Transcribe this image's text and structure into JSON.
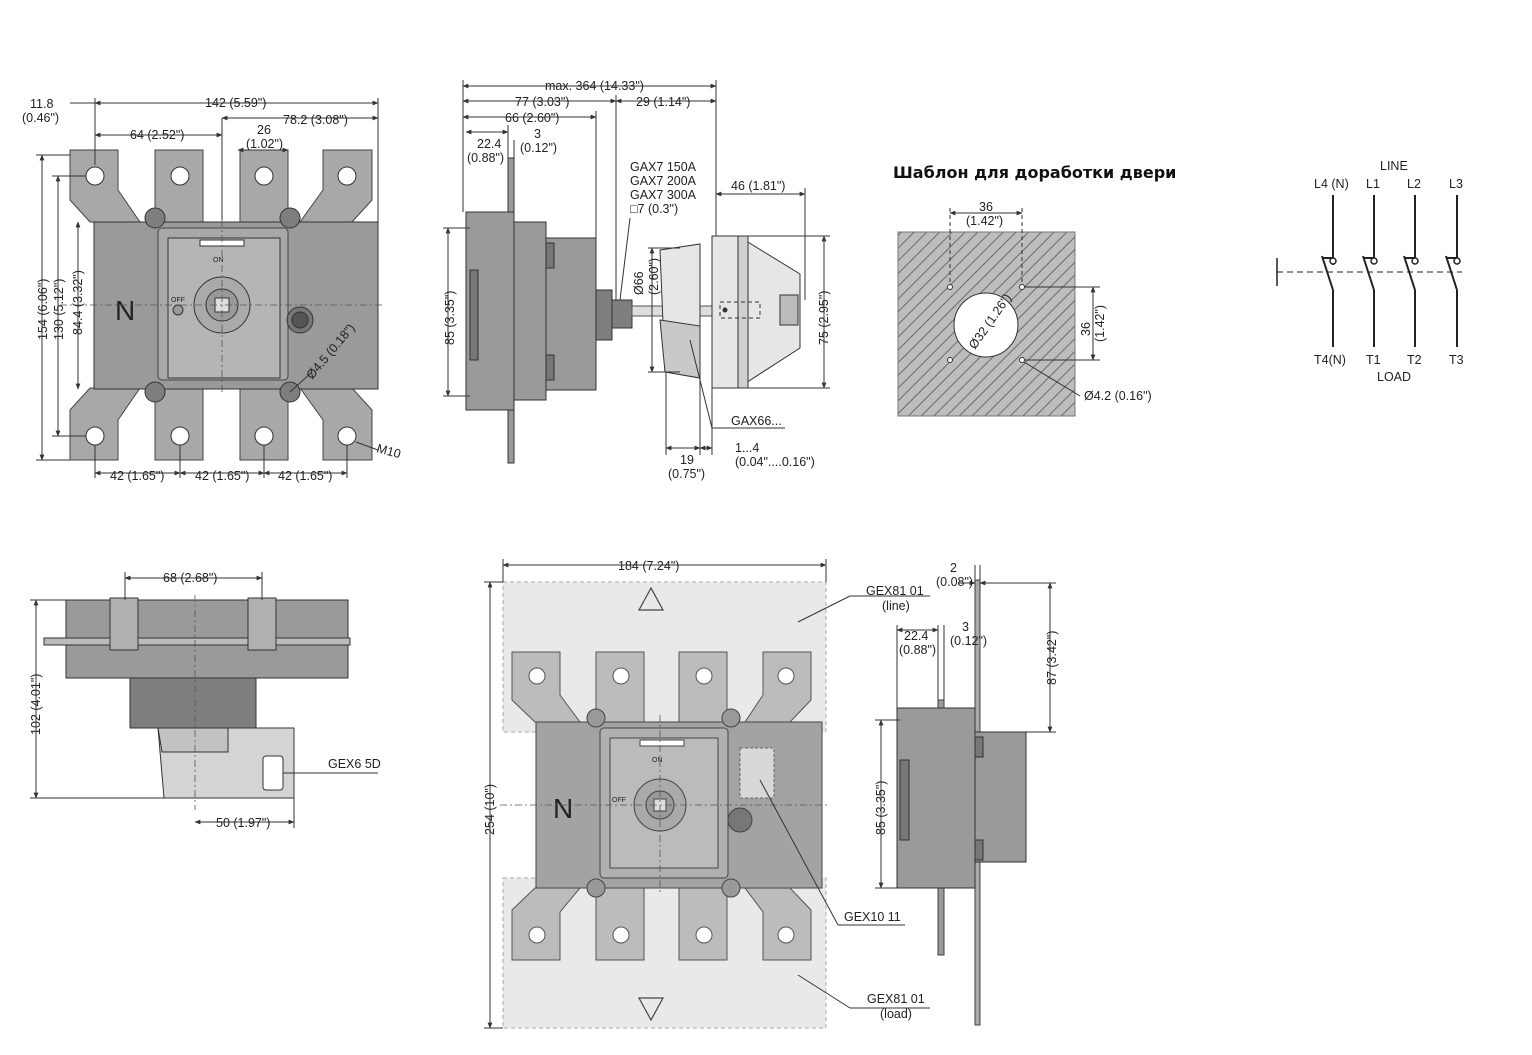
{
  "front_view": {
    "dims": {
      "d_11_8": "11.8",
      "d_11_8_in": "(0.46\")",
      "d_142": "142 (5.59\")",
      "d_78_2": "78.2 (3.08\")",
      "d_64": "64 (2.52\")",
      "d_26": "26",
      "d_26_in": "(1.02\")",
      "d_154": "154 (6.06\")",
      "d_130": "130 (5.12\")",
      "d_84_4": "84.4 (3.32\")",
      "d_hole": "Ø4.5 (0.18\")",
      "d_42_a": "42 (1.65\")",
      "d_42_b": "42 (1.65\")",
      "d_42_c": "42 (1.65\")",
      "d_m10": "M10"
    },
    "pole_label": "N",
    "on_label": "ON",
    "off_label": "OFF"
  },
  "side_view": {
    "dims": {
      "d_max364": "max. 364 (14.33\")",
      "d_77": "77 (3.03\")",
      "d_29": "29 (1.14\")",
      "d_66": "66 (2.60\")",
      "d_22_4": "22.4",
      "d_22_4_in": "(0.88\")",
      "d_3": "3",
      "d_3_in": "(0.12\")",
      "d_46": "46 (1.81\")",
      "d_85": "85 (3.35\")",
      "d_diam66": "Ø66",
      "d_diam66_in": "(2.60\")",
      "d_75": "75 (2.95\")",
      "d_19": "19",
      "d_19_in": "(0.75\")",
      "d_1_4": "1...4",
      "d_1_4_in": "(0.04\"....0.16\")"
    },
    "shaft_labels": [
      "GAX7 150A",
      "GAX7 200A",
      "GAX7 300A",
      "□7 (0.3\")"
    ],
    "handle_label": "GAX66..."
  },
  "door_template": {
    "title": "Шаблон для доработки двери",
    "d_36_top": "36",
    "d_36_top_in": "(1.42\")",
    "d_36_side": "36",
    "d_36_side_in": "(1.42\")",
    "d_diam32": "Ø32 (1.26\")",
    "d_diam4_2": "Ø4.2 (0.16\")"
  },
  "schematic": {
    "line_label": "LINE",
    "load_label": "LOAD",
    "top_terminals": [
      "L4 (N)",
      "L1",
      "L2",
      "L3"
    ],
    "bottom_terminals": [
      "T4(N)",
      "T1",
      "T2",
      "T3"
    ]
  },
  "bottom_view": {
    "d_68": "68 (2.68\")",
    "d_102": "102 (4.01\")",
    "d_50": "50 (1.97\")",
    "cover_label": "GEX6 5D"
  },
  "terminal_cover_view": {
    "d_184": "184 (7.24\")",
    "d_254": "254 (10\")",
    "pole_label": "N",
    "on_label": "ON",
    "off_label": "OFF",
    "line_cover": "GEX81 01",
    "line_cover_sub": "(line)",
    "load_cover": "GEX81 01",
    "load_cover_sub": "(load)",
    "shroud_label": "GEX10 11"
  },
  "cover_side_view": {
    "d_2": "2",
    "d_2_in": "(0.08\")",
    "d_22_4": "22.4",
    "d_22_4_in": "(0.88\")",
    "d_3": "3",
    "d_3_in": "(0.12\")",
    "d_87": "87 (3.42\")",
    "d_85": "85 (3.35\")"
  }
}
